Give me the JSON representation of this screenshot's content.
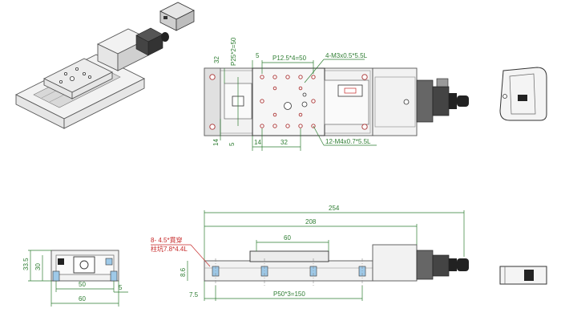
{
  "top_view": {
    "dims": {
      "p12": "P12.5*4=50",
      "m3": "4-M3x0.5*5.5L",
      "d5_top": "5",
      "d32_left": "32",
      "p25": "P25*2=50",
      "d14_left": "14",
      "d5_left": "5",
      "d14_bottom": "14",
      "d32_bottom": "32",
      "m4": "12-M4x0.7*5.5L"
    }
  },
  "side_view": {
    "dims": {
      "d254": "254",
      "d208": "208",
      "d60": "60",
      "p50": "P50*3=150",
      "d7_5": "7.5",
      "d8_6": "8.6",
      "note1": "8- 4.5*貫穿",
      "note2": "柱坑7.8*4.4L"
    }
  },
  "end_view": {
    "dims": {
      "d33_5": "33.5",
      "d30": "30",
      "d50": "50",
      "d5": "5",
      "d60": "60"
    }
  },
  "colors": {
    "dimension": "#2e7d32",
    "note": "#c62828",
    "outline": "#555555"
  }
}
